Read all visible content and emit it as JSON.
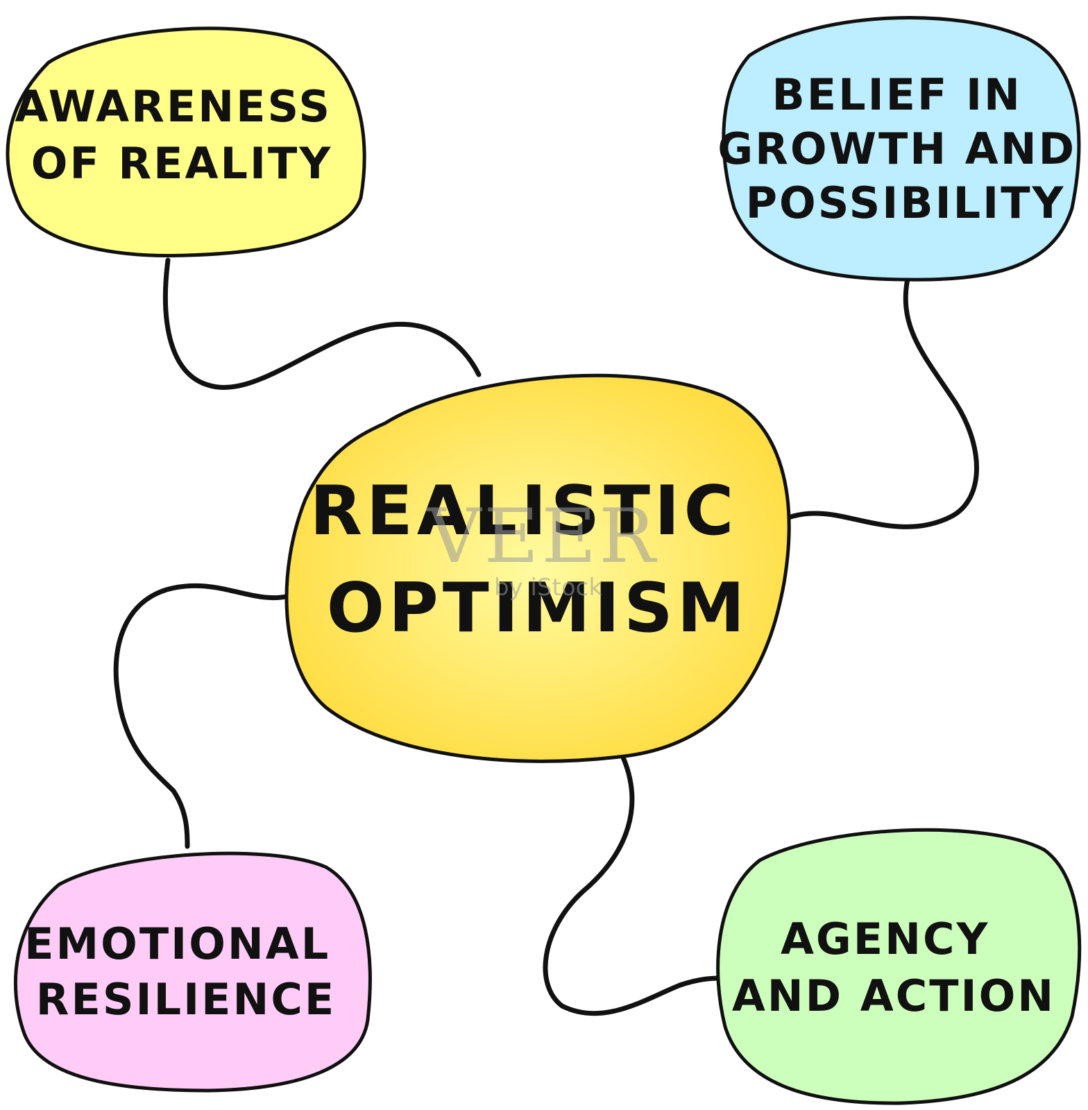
{
  "diagram": {
    "center": {
      "lines": [
        "REALISTIC",
        "OPTIMISM"
      ],
      "color": "#FFE75A"
    },
    "nodes": [
      {
        "id": "awareness",
        "lines": [
          "AWARENESS",
          "OF REALITY"
        ],
        "color": "#FFFF88"
      },
      {
        "id": "belief",
        "lines": [
          "BELIEF IN",
          "GROWTH AND",
          "POSSIBILITY"
        ],
        "color": "#BDEEFF"
      },
      {
        "id": "resilience",
        "lines": [
          "EMOTIONAL",
          "RESILIENCE"
        ],
        "color": "#FFCCF8"
      },
      {
        "id": "agency",
        "lines": [
          "AGENCY",
          "AND ACTION"
        ],
        "color": "#CCFFBB"
      }
    ]
  },
  "watermark": {
    "main": "VEER",
    "sub": "by iStock"
  }
}
